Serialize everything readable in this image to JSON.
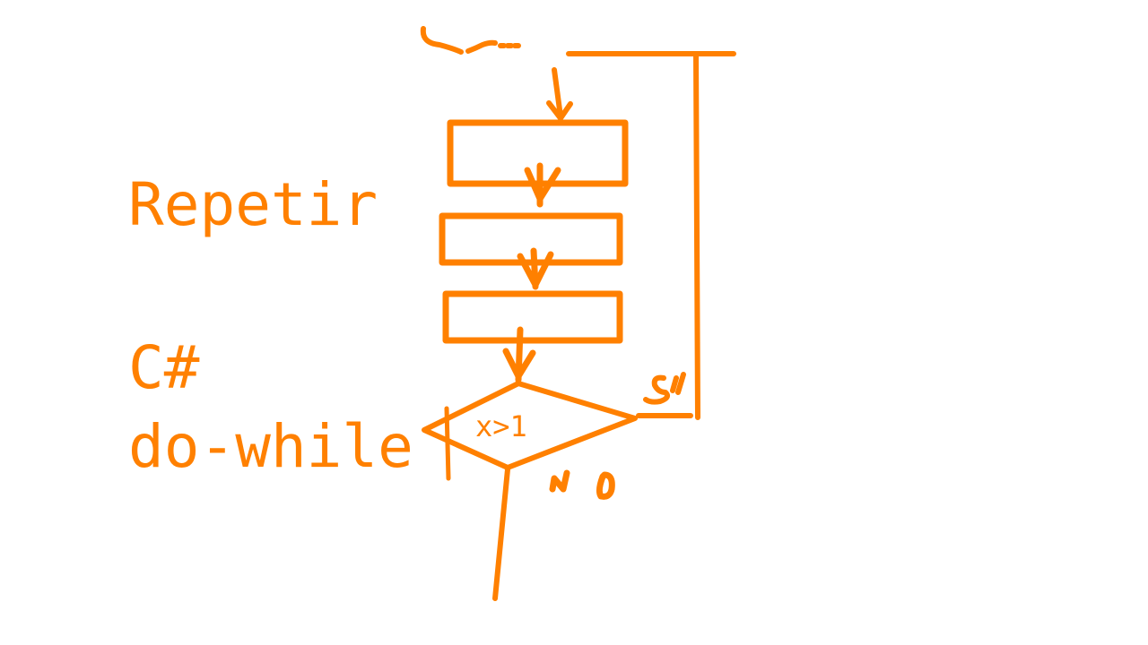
{
  "colors": {
    "ink": "#FF8000",
    "background": "#FFFFFF"
  },
  "text": {
    "title": "Repetir",
    "language": "C#",
    "keyword": "do-while"
  },
  "diagram": {
    "condition": "x>1",
    "yes_label": "SI",
    "no_label": "NO",
    "boxes": 3
  }
}
